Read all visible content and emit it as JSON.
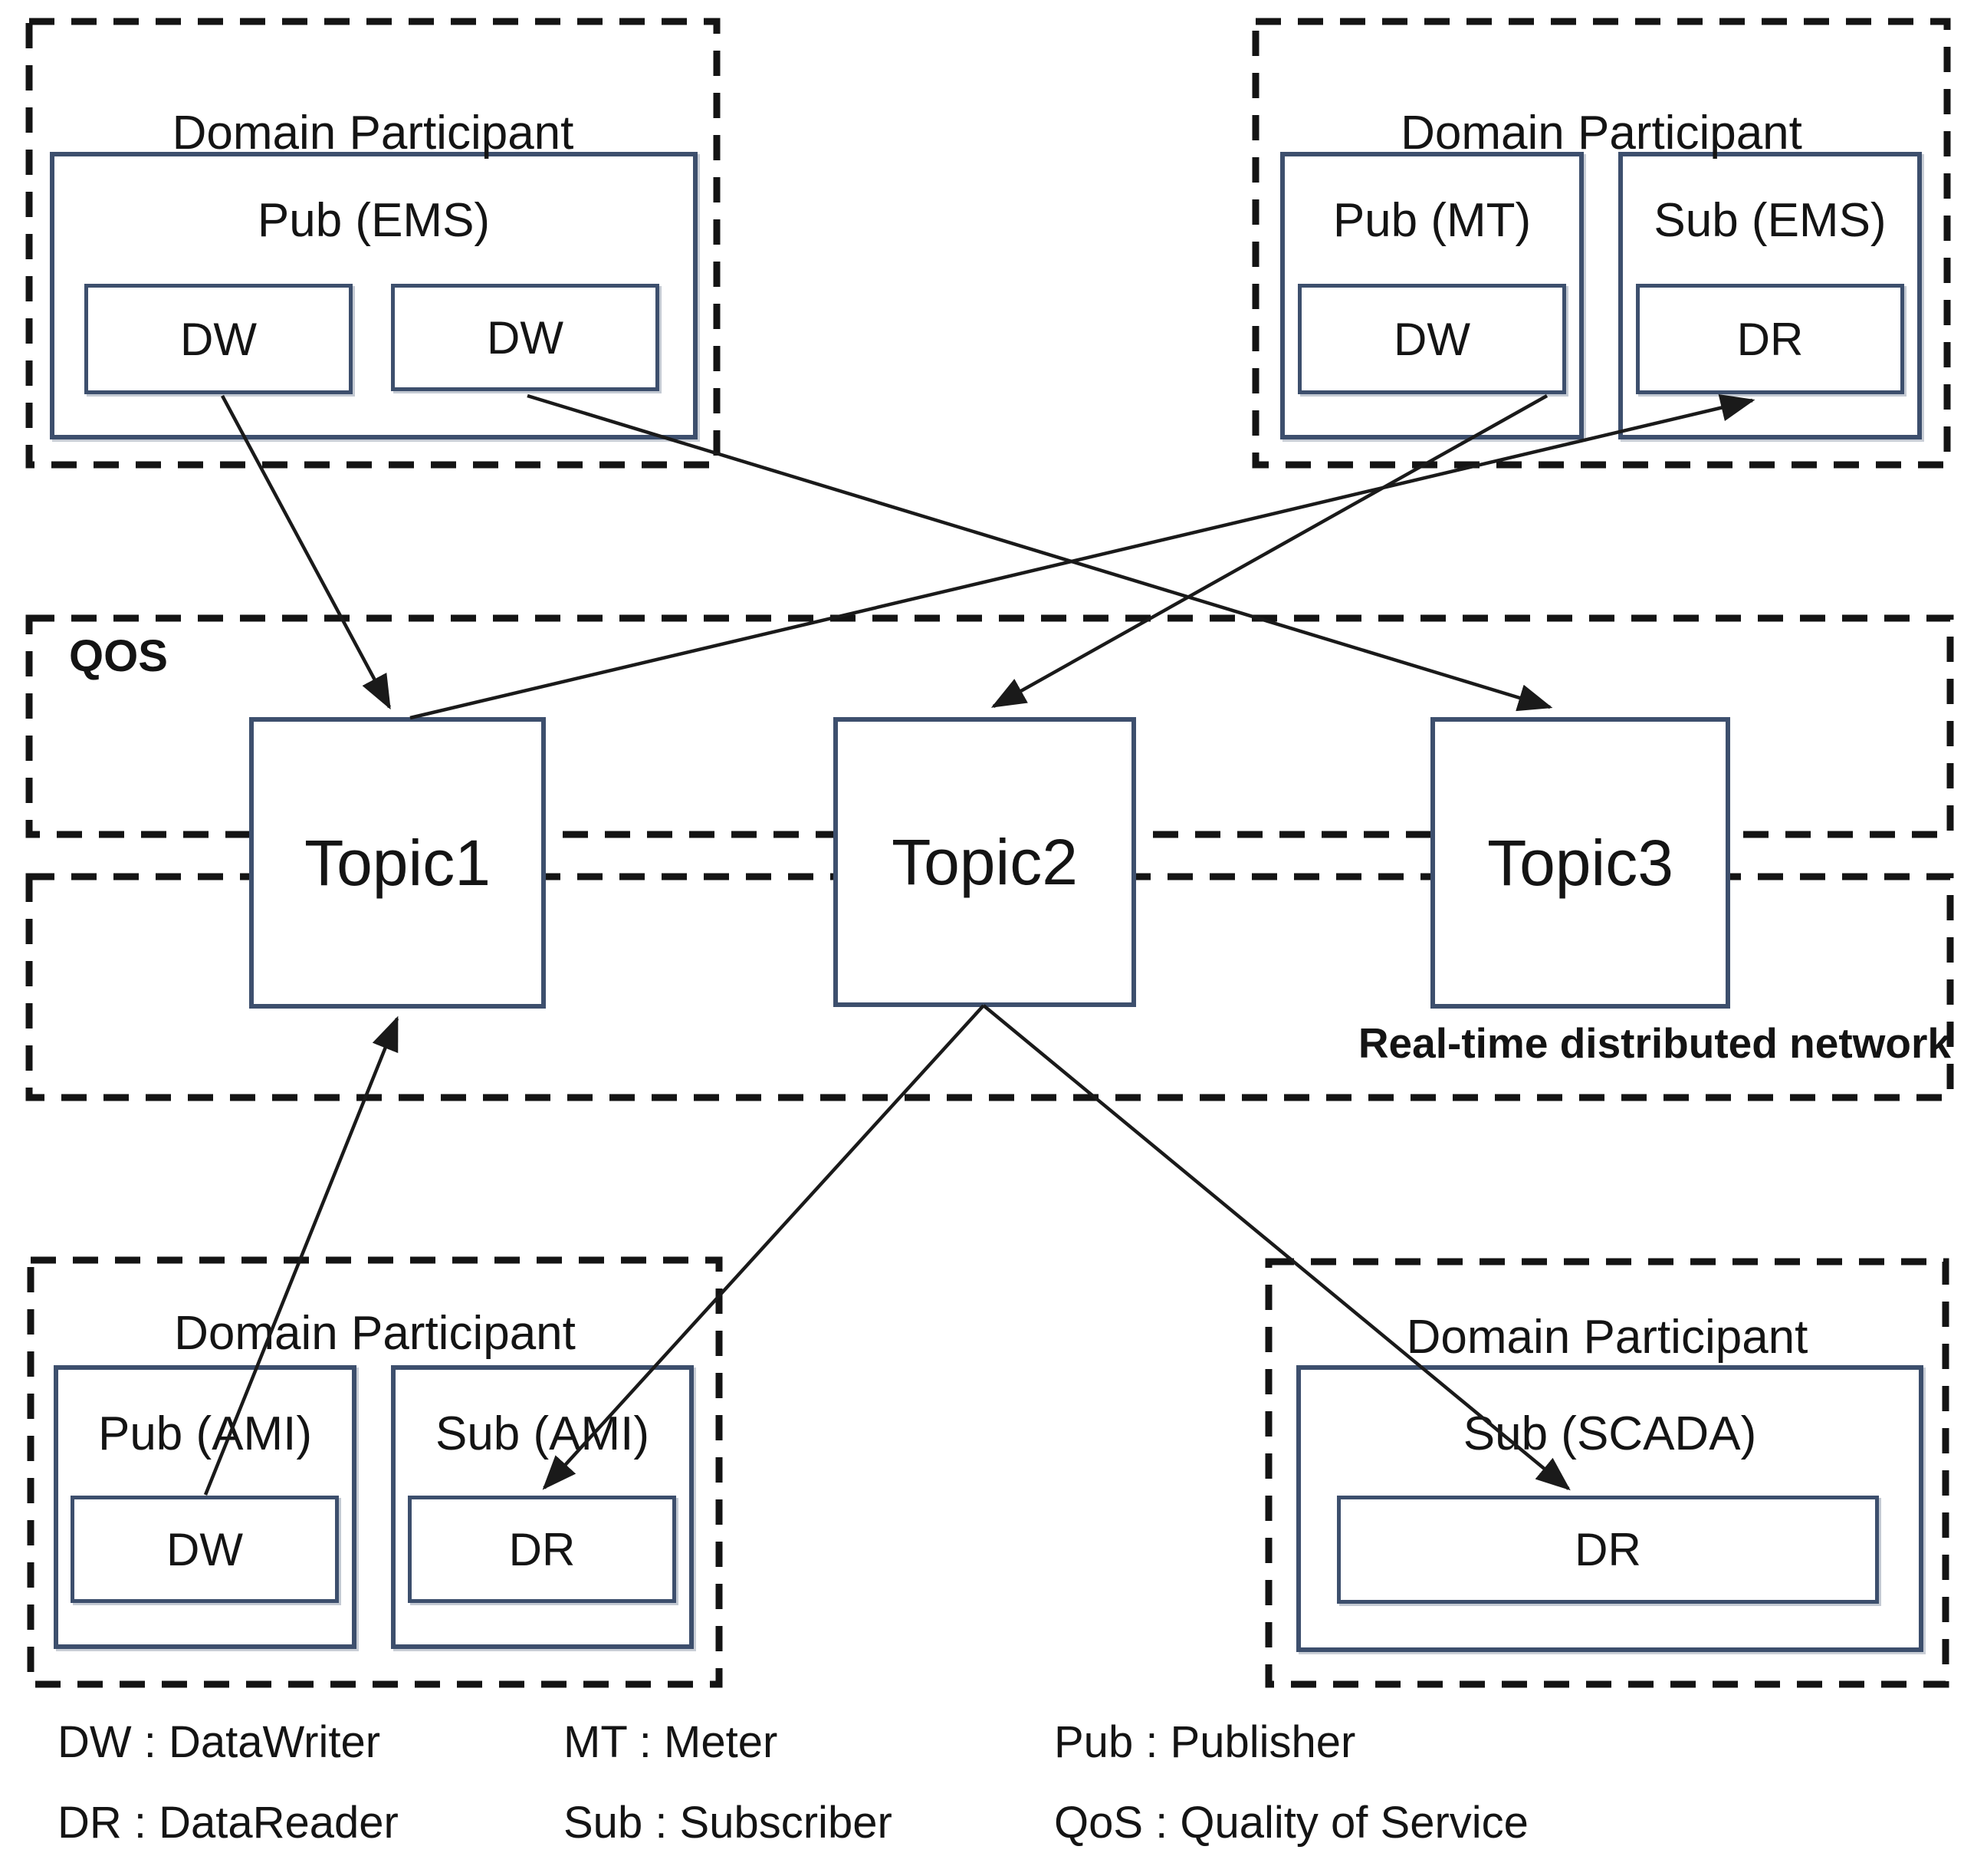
{
  "figure": {
    "participant_tl": {
      "title": "Domain Participant",
      "pub_label": "Pub (EMS)",
      "dw1": "DW",
      "dw2": "DW"
    },
    "participant_tr": {
      "title": "Domain Participant",
      "pub_label": "Pub (MT)",
      "pub_dw": "DW",
      "sub_label": "Sub (EMS)",
      "sub_dr": "DR"
    },
    "participant_bl": {
      "title": "Domain Participant",
      "pub_label": "Pub (AMI)",
      "pub_dw": "DW",
      "sub_label": "Sub (AMI)",
      "sub_dr": "DR"
    },
    "participant_br": {
      "title": "Domain Participant",
      "sub_label": "Sub (SCADA)",
      "sub_dr": "DR"
    },
    "qos_label": "QOS",
    "network_label": "Real-time distributed network",
    "topics": {
      "t1": "Topic1",
      "t2": "Topic2",
      "t3": "Topic3"
    },
    "legend": {
      "items": [
        "DW : DataWriter",
        "DR : DataReader",
        "MT : Meter",
        "Sub : Subscriber",
        "Pub : Publisher",
        "QoS : Quality of Service"
      ]
    },
    "connections": [
      {
        "from": "pub-ems-dw1",
        "to": "topic1"
      },
      {
        "from": "pub-ems-dw2",
        "to": "topic3"
      },
      {
        "from": "pub-mt-dw",
        "to": "topic2"
      },
      {
        "from": "topic1",
        "to": "sub-ems-dr"
      },
      {
        "from": "pub-ami-dw",
        "to": "topic1"
      },
      {
        "from": "topic2",
        "to": "sub-ami-dr"
      },
      {
        "from": "topic2",
        "to": "sub-scada-dr"
      }
    ],
    "colors": {
      "box_border": "#3d4f6d",
      "dash": "#141414",
      "arrow": "#1a1a1a",
      "text": "#141414"
    }
  }
}
